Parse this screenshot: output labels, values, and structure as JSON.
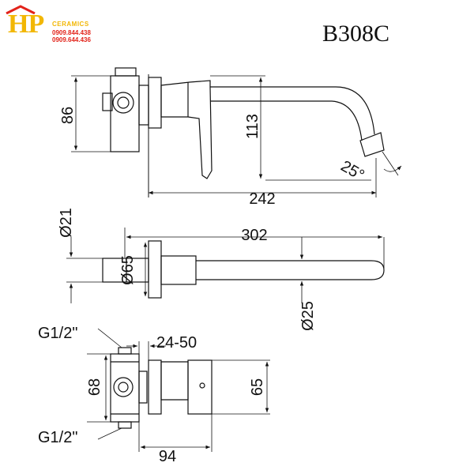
{
  "logo": {
    "mark": "HP",
    "brand": "CERAMICS",
    "phones": [
      "0909.844.438",
      "0909.644.436"
    ]
  },
  "model": "B308C",
  "dimensions": {
    "side_height": "86",
    "spout_height": "113",
    "spout_angle": "25°",
    "side_length": "242",
    "top_total_length": "302",
    "top_small_diameter": "Ø21",
    "top_flange_diameter": "Ø65",
    "spout_diameter": "Ø25",
    "inlet_top": "G1/2\"",
    "inlet_bottom": "G1/2\"",
    "adjust_range": "24-50",
    "box_height": "68",
    "plate_height": "65",
    "box_depth": "94"
  }
}
